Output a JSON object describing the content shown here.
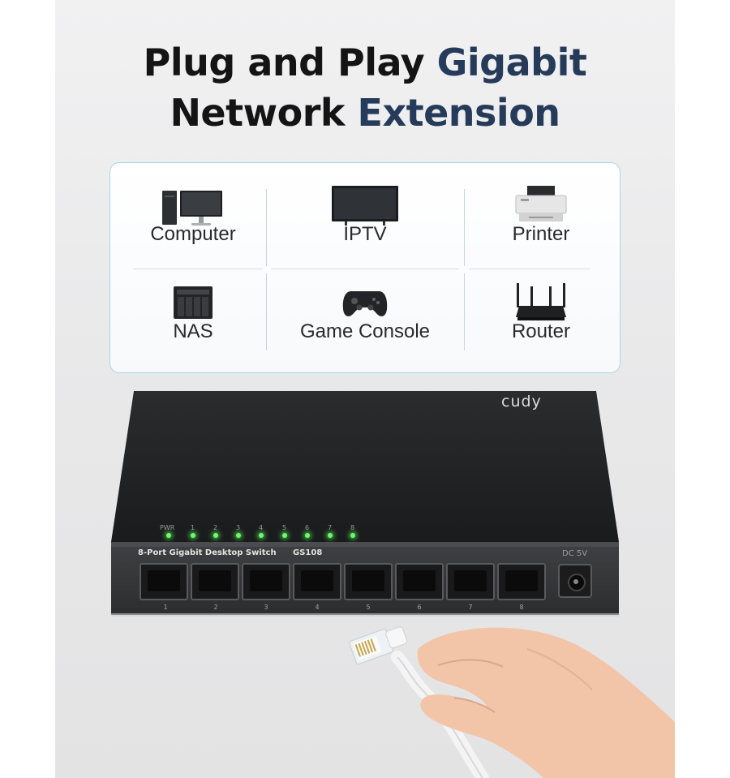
{
  "headline": {
    "line1_dark": "Plug and Play",
    "line1_accent": "Gigabit",
    "line2_dark": "Network",
    "line2_accent": "Extension"
  },
  "devices": [
    {
      "label": "Computer",
      "icon": "computer-icon"
    },
    {
      "label": "IPTV",
      "icon": "tv-icon"
    },
    {
      "label": "Printer",
      "icon": "printer-icon"
    },
    {
      "label": "NAS",
      "icon": "nas-icon"
    },
    {
      "label": "Game Console",
      "icon": "gamepad-icon"
    },
    {
      "label": "Router",
      "icon": "router-icon"
    }
  ],
  "switch": {
    "brand": "cudy",
    "led_labels": [
      "PWR",
      "1",
      "2",
      "3",
      "4",
      "5",
      "6",
      "7",
      "8"
    ],
    "description": "8-Port Gigabit Desktop Switch",
    "model": "GS108",
    "power_label": "DC 5V",
    "port_numbers": [
      "1",
      "2",
      "3",
      "4",
      "5",
      "6",
      "7",
      "8"
    ]
  },
  "colors": {
    "accent": "#263a5a",
    "panel_border": "#a9d6ea",
    "led": "#6bff6b"
  }
}
